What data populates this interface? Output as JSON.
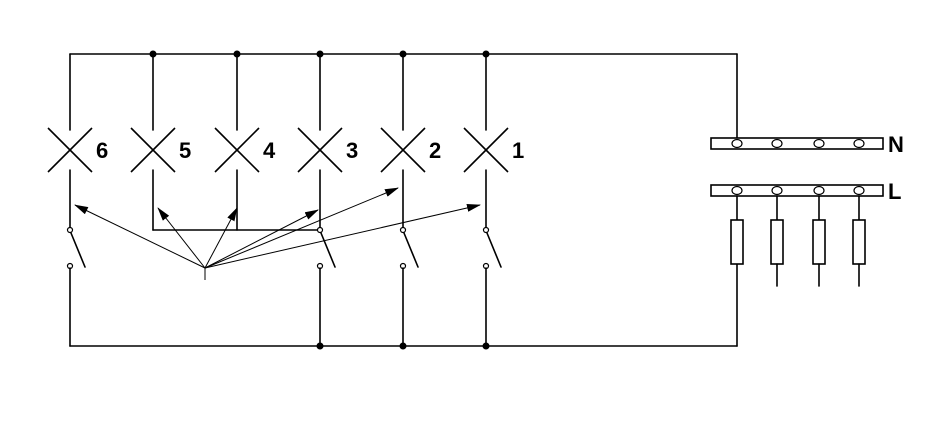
{
  "diagram": {
    "lamps": [
      {
        "id": "6",
        "label": "6"
      },
      {
        "id": "5",
        "label": "5"
      },
      {
        "id": "4",
        "label": "4"
      },
      {
        "id": "3",
        "label": "3"
      },
      {
        "id": "2",
        "label": "2"
      },
      {
        "id": "1",
        "label": "1"
      }
    ],
    "busbars": {
      "neutral": {
        "label": "N",
        "terminals": 4
      },
      "line": {
        "label": "L",
        "terminals": 4
      }
    },
    "fuses": 4,
    "line_color": "#000000",
    "background": "#ffffff"
  }
}
